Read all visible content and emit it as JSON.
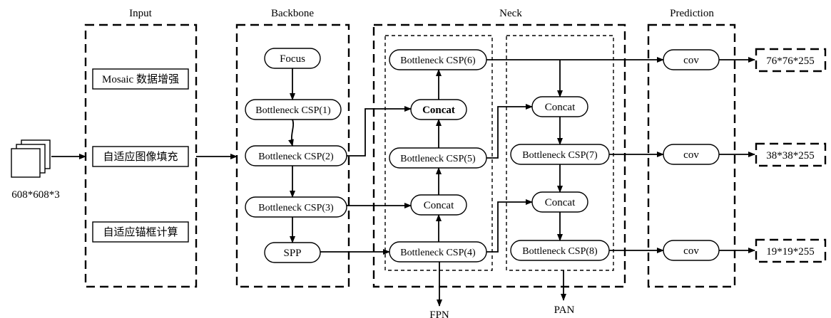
{
  "sections": {
    "input": "Input",
    "backbone": "Backbone",
    "neck": "Neck",
    "prediction": "Prediction"
  },
  "input_image_label": "608*608*3",
  "input_steps": [
    "Mosaic 数据增强",
    "自适应图像填充",
    "自适应锚框计算"
  ],
  "backbone": {
    "focus": "Focus",
    "csp1": "Bottleneck CSP(1)",
    "csp2": "Bottleneck CSP(2)",
    "csp3": "Bottleneck CSP(3)",
    "spp": "SPP"
  },
  "fpn": {
    "csp6": "Bottleneck CSP(6)",
    "concat1": "Concat",
    "csp5": "Bottleneck CSP(5)",
    "concat2": "Concat",
    "csp4": "Bottleneck CSP(4)",
    "label": "FPN"
  },
  "pan": {
    "concat3": "Concat",
    "csp7": "Bottleneck CSP(7)",
    "concat4": "Concat",
    "csp8": "Bottleneck CSP(8)",
    "label": "PAN"
  },
  "prediction": {
    "cov1": "cov",
    "cov2": "cov",
    "cov3": "cov"
  },
  "outputs": [
    "76*76*255",
    "38*38*255",
    "19*19*255"
  ]
}
